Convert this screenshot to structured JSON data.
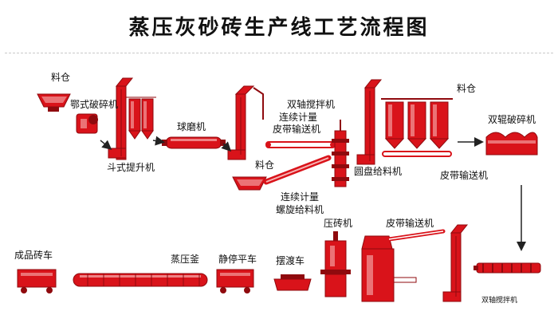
{
  "title": "蒸压灰砂砖生产线工艺流程图",
  "colors": {
    "equipment": "#d9131a",
    "equipment_dark": "#8f0a0e",
    "highlight": "#f7b4b4",
    "arrow": "#222222",
    "conveyor_belt": "#ffffff"
  },
  "labels": {
    "hopper1": "料仓",
    "jaw_crusher": "鄂式破碎机",
    "bucket_elevator": "斗式提升机",
    "ball_mill": "球磨机",
    "twin_shaft_mixer_top": "双轴搅拌机",
    "cont_belt_conveyor_l1": "连续计量",
    "cont_belt_conveyor_l2": "皮带输送机",
    "hopper2": "料仓",
    "screw_feeder_l1": "连续计量",
    "screw_feeder_l2": "螺旋给料机",
    "disc_feeder": "圆盘给料机",
    "hopper3": "料仓",
    "double_roller_crusher": "双辊破碎机",
    "belt_conveyor_top": "皮带输送机",
    "finished_brick_cart": "成品砖车",
    "autoclave": "蒸压釜",
    "rest_flat_car": "静停平车",
    "ferry_car": "摆渡车",
    "brick_press": "压砖机",
    "belt_conveyor_bottom": "皮带输送机",
    "twin_shaft_mixer_bottom": "双轴搅拌机"
  }
}
